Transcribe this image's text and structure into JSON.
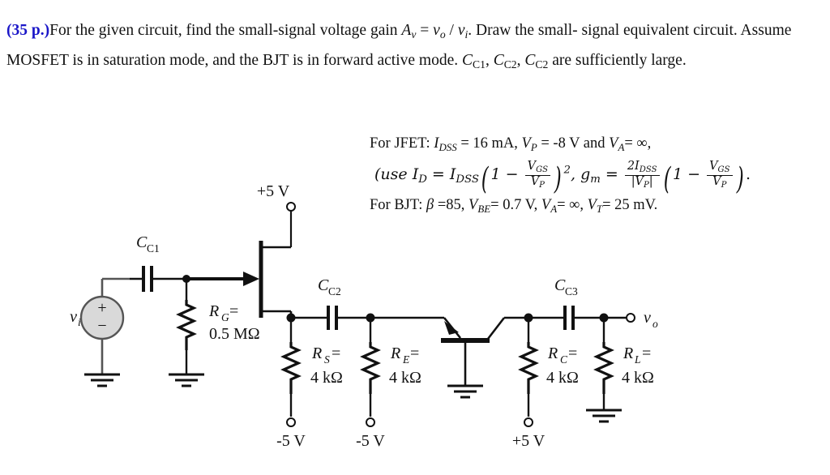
{
  "problem": {
    "points": "(35 p.)",
    "line1_a": "For the given circuit, find the small-signal voltage gain ",
    "gain_A": "A",
    "gain_sub": "v",
    "gain_eq": " = ",
    "gain_vo": "v",
    "gain_vo_sub": "o",
    "gain_slash": " / ",
    "gain_vi": "v",
    "gain_vi_sub": "i",
    "line1_b": ". Draw the small-",
    "line2": "signal equivalent circuit. Assume MOSFET is in saturation mode, and the BJT is in forward",
    "line3_a": "active mode. ",
    "cap1": "C",
    "cap1_sub": "C1",
    "cap2": "C",
    "cap2_sub": "C2",
    "cap3": "C",
    "cap3_sub": "C2",
    "line3_b": " are sufficiently large."
  },
  "given": {
    "jfet_label": "For JFET: ",
    "jfet_idss": "I",
    "jfet_idss_sub": "DSS",
    "jfet_idss_val": " = 16 mA, ",
    "jfet_vp": "V",
    "jfet_vp_sub": "P",
    "jfet_vp_val": " = -8 V and ",
    "jfet_va": "V",
    "jfet_va_sub": "A",
    "jfet_va_val": "= ∞,",
    "formula_use": "(use ",
    "f_id": "I",
    "f_id_sub": "D",
    "f_eq1": " = ",
    "f_idss": "I",
    "f_idss_sub": "DSS",
    "f_one": "1 ",
    "f_minus": "− ",
    "f_vgs": "V",
    "f_vgs_sub": "GS",
    "f_vp": "V",
    "f_vp_sub": "P",
    "f_sq": "2",
    "f_comma": ", ",
    "f_gm": "g",
    "f_gm_sub": "m",
    "f_eq2": " = ",
    "f_2idss": "2I",
    "f_2idss_sub": "DSS",
    "f_absvp": "|V",
    "f_absvp_sub": "P",
    "f_absvp_end": "|",
    "f_end": ".",
    "bjt_label": "For BJT: ",
    "bjt_beta": "β",
    "bjt_beta_val": " =85, ",
    "bjt_vbe": "V",
    "bjt_vbe_sub": "BE",
    "bjt_vbe_val": "= 0.7 V, ",
    "bjt_va": "V",
    "bjt_va_sub": "A",
    "bjt_va_val": "= ∞, ",
    "bjt_vt": "V",
    "bjt_vt_sub": "T",
    "bjt_vt_val": "= 25 mV."
  },
  "circuit": {
    "source_label": "v",
    "source_label_sub": "i",
    "source_plus": "+",
    "source_minus": "−",
    "cc1": "C",
    "cc1_sub": "C1",
    "cc2": "C",
    "cc2_sub": "C2",
    "cc3": "C",
    "cc3_sub": "C3",
    "rg_name": "R",
    "rg_sub": "G",
    "rg_eq": " =",
    "rg_value": "0.5 MΩ",
    "rs_name": "R",
    "rs_sub": "S",
    "rs_eq": " =",
    "rs_value": "4 kΩ",
    "re_name": "R",
    "re_sub": "E",
    "re_eq": " =",
    "re_value": "4 kΩ",
    "rc_name": "R",
    "rc_sub": "C",
    "rc_eq": " =",
    "rc_value": "4 kΩ",
    "rl_name": "R",
    "rl_sub": "L",
    "rl_eq": " =",
    "rl_value": "4 kΩ",
    "vdd_top": "+5 V",
    "rail_rs": "-5 V",
    "rail_re": "-5 V",
    "rail_rc": "+5 V",
    "vout": "v",
    "vout_sub": "o"
  },
  "colors": {
    "points_blue": "#1a16c8",
    "wire": "#111111",
    "source_fill": "#d9d9d9",
    "text": "#111111"
  }
}
